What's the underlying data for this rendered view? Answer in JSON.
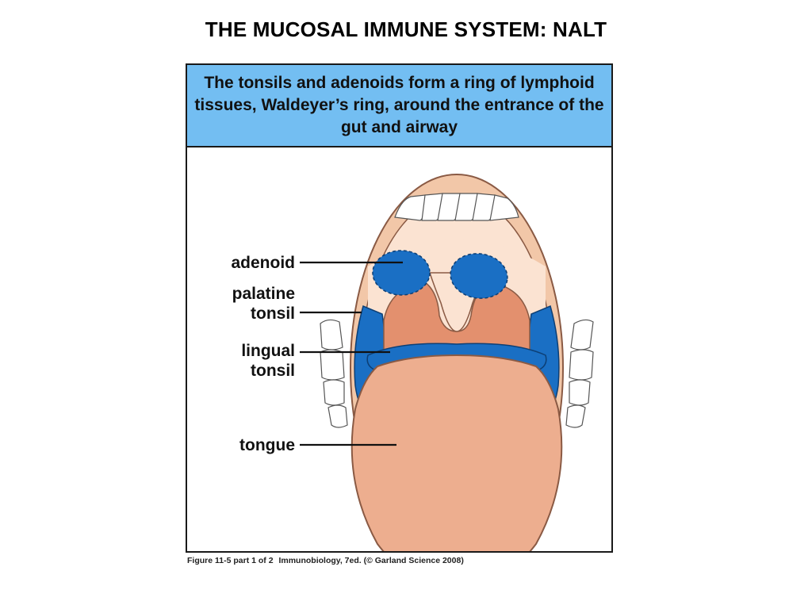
{
  "slide": {
    "title": "THE MUCOSAL IMMUNE SYSTEM:  NALT"
  },
  "figure": {
    "caption": "The tonsils and adenoids form a ring of lymphoid tissues, Waldeyer’s ring, around the entrance of the gut and airway",
    "labels": {
      "adenoid": "adenoid",
      "palatine_line1": "palatine",
      "palatine_line2": "tonsil",
      "lingual_line1": "lingual",
      "lingual_line2": "tonsil",
      "tongue": "tongue"
    },
    "credit": {
      "figure_number": "Figure 11-5 part 1 of 2",
      "source": "Immunobiology, 7ed. (© Garland Science 2008)"
    },
    "colors": {
      "caption_background": "#73bef2",
      "lymphoid_tissue": "#1a6fc4",
      "lips": "#f2c7a8",
      "mouth_interior": "#fbe3d2",
      "throat": "#e3906e",
      "tongue": "#edae8f",
      "teeth": "#ffffff"
    },
    "icons": [
      "mouth-illustration"
    ]
  }
}
